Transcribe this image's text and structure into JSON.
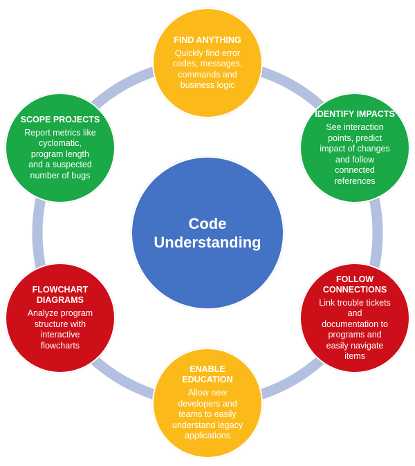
{
  "colors": {
    "ring": "#b4c0e0",
    "center": "#4472c4",
    "yellow": "#fbba1a",
    "green": "#1ba846",
    "red": "#cc0f19",
    "text": "#ffffff"
  },
  "center": {
    "label": "Code\nUnderstanding"
  },
  "nodes": [
    {
      "id": "find-anything",
      "color": "yellow",
      "title": "FIND ANYTHING",
      "desc": "Quickly find error\ncodes, messages,\ncommands and\nbusiness logic"
    },
    {
      "id": "identify-impacts",
      "color": "green",
      "title": "IDENTIFY IMPACTS",
      "desc": "See interaction\npoints, predict\nimpact of changes\nand follow\nconnected\nreferences"
    },
    {
      "id": "follow-connections",
      "color": "red",
      "title": "FOLLOW\nCONNECTIONS",
      "desc": "Link trouble tickets\nand\ndocumentation to\nprograms and\neasily navigate\nitems"
    },
    {
      "id": "enable-education",
      "color": "yellow",
      "title": "ENABLE\nEDUCATION",
      "desc": "Allow new\ndevelopers and\nteams to easily\nunderstand legacy\napplications"
    },
    {
      "id": "flowchart-diagrams",
      "color": "red",
      "title": "FLOWCHART\nDIAGRAMS",
      "desc": "Analyze program\nstructure with\ninteractive\nflowcharts"
    },
    {
      "id": "scope-projects",
      "color": "green",
      "title": "SCOPE PROJECTS",
      "desc": "Report metrics like\ncyclomatic,\nprogram length\nand a suspected\nnumber of bugs"
    }
  ]
}
